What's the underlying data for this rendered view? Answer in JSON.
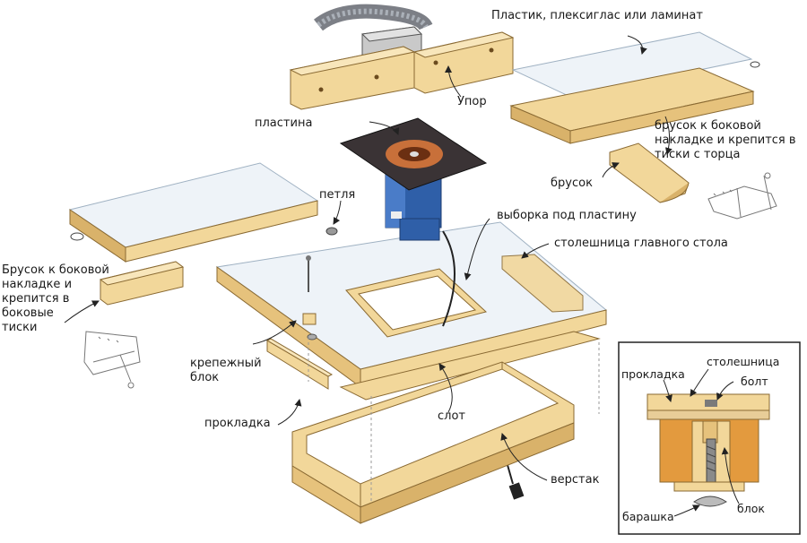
{
  "labels": {
    "plastic": "Пластик, плексиглас или ламинат",
    "fence": "Упор",
    "plate": "пластина",
    "side_bar": "брусок к боковой\nнакладке и крепится в\nтиски с торца",
    "bar": "брусок",
    "hinge": "петля",
    "plate_recess": "выборка под пластину",
    "main_top": "столешница главного стола",
    "left_bar": "Брусок к боковой\nнакладке и\nкрепится в\nбоковые\nтиски",
    "mount_block": "крепежный\nблок",
    "spacer": "прокладка",
    "slot": "слот",
    "workbench": "верстак"
  },
  "inset": {
    "spacer": "прокладка",
    "tabletop": "столешница",
    "bolt": "болт",
    "wingnut": "барашка",
    "block": "блок"
  },
  "colors": {
    "wood": "#f2d79a",
    "wood_dark": "#d9b26a",
    "wood_edge": "#c99a4e",
    "laminate": "#eef3f8",
    "laminate_edge": "#b9c6d2",
    "router_blue": "#2f5fa8",
    "plate_dark": "#3a3335",
    "plate_ring": "#c8703a",
    "inset_wood": "#e39a3e",
    "line": "#222222"
  }
}
